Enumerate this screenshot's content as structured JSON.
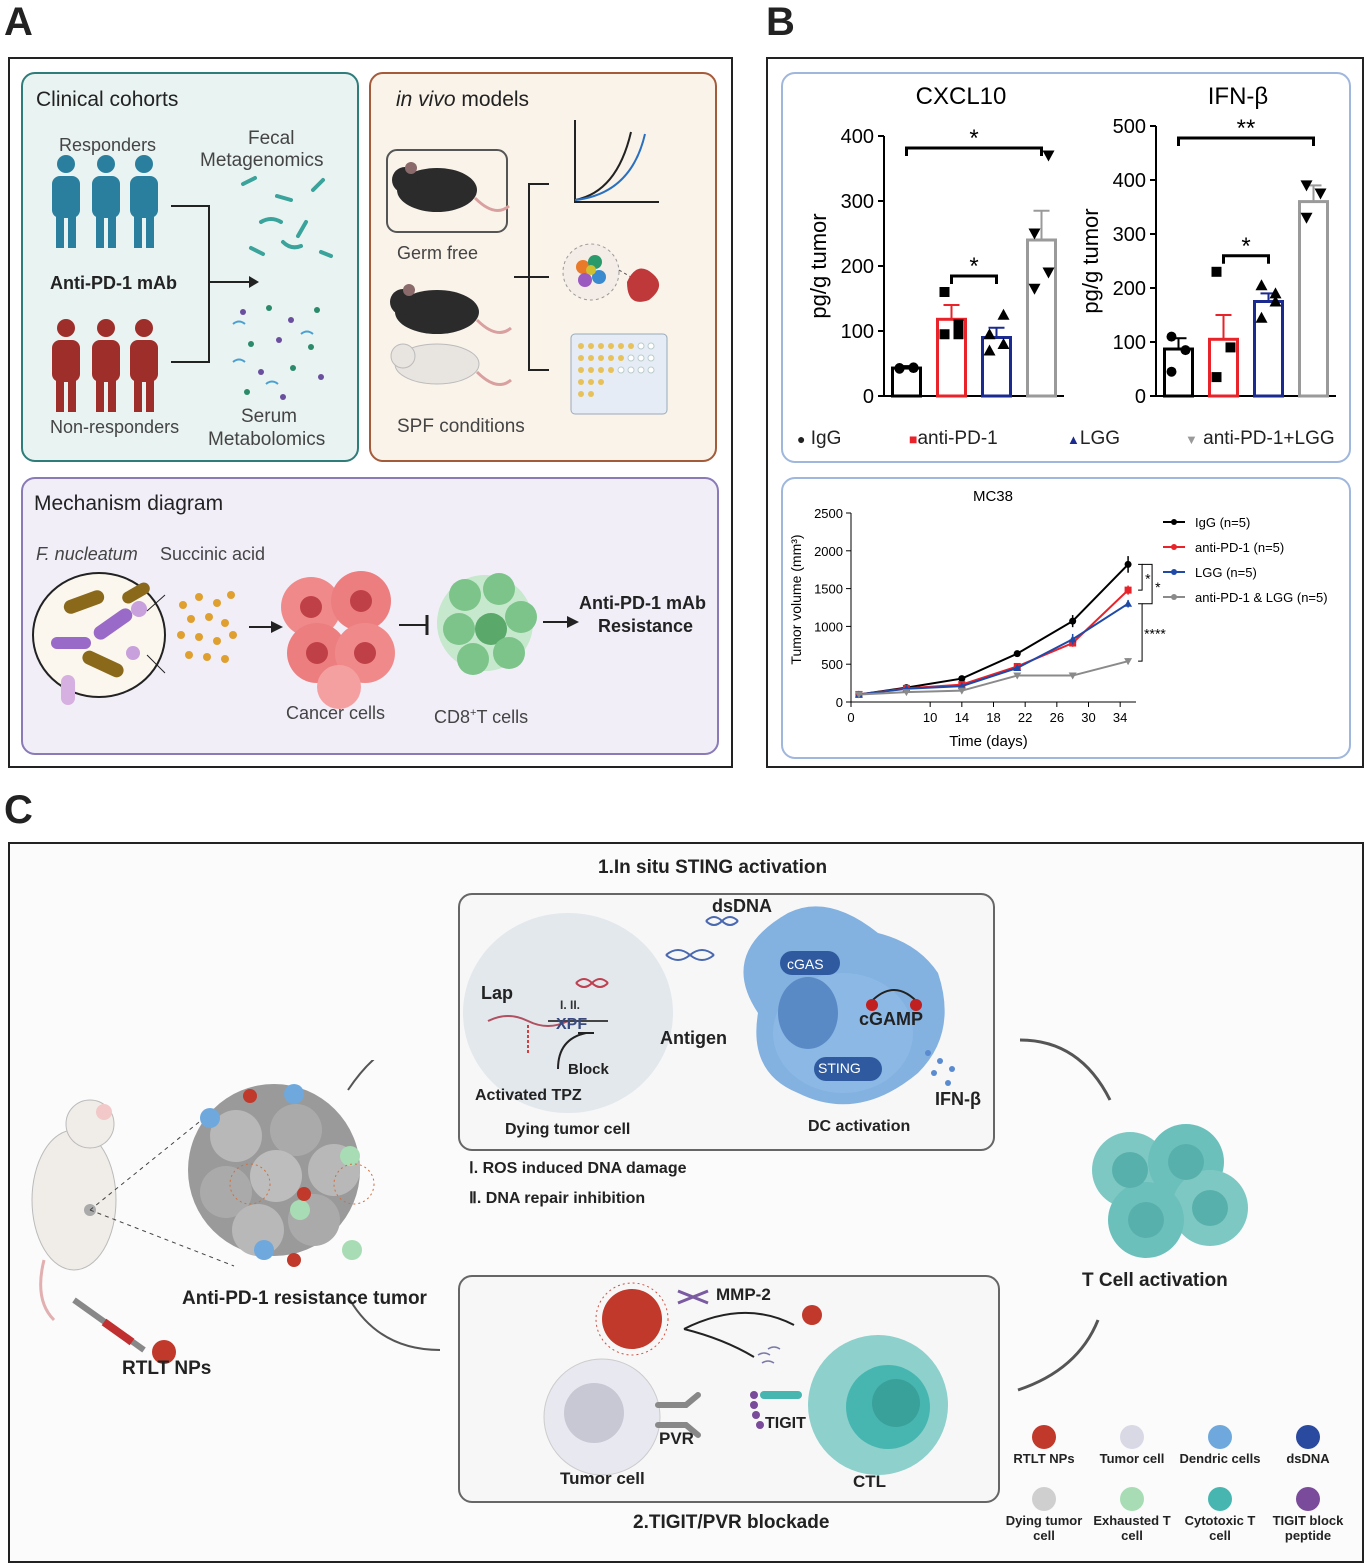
{
  "panels": {
    "a": "A",
    "b": "B",
    "c": "C"
  },
  "panel_a": {
    "clinical": {
      "title": "Clinical cohorts",
      "responders": "Responders",
      "treatment": "Anti-PD-1 mAb",
      "non_responders": "Non-responders",
      "fecal_line1": "Fecal",
      "fecal_line2": "Metagenomics",
      "serum_line1": "Serum",
      "serum_line2": "Metabolomics"
    },
    "invivo": {
      "title_italic": "in vivo",
      "title_rest": " models",
      "germ_free": "Germ free",
      "spf": "SPF conditions"
    },
    "mechanism": {
      "title": "Mechanism diagram",
      "species": "F. nucleatum",
      "metabolite": "Succinic acid",
      "cancer": "Cancer cells",
      "cd8_prefix": "CD8",
      "cd8_sup": "+",
      "cd8_suffix": "T cells",
      "resistance_line1": "Anti-PD-1 mAb",
      "resistance_line2": "Resistance"
    }
  },
  "panel_b": {
    "legend": [
      "IgG",
      "anti-PD-1",
      "LGG",
      "anti-PD-1+LGG"
    ],
    "line_legend": [
      "IgG (n=5)",
      "anti-PD-1 (n=5)",
      "LGG (n=5)",
      "anti-PD-1 & LGG (n=5)"
    ],
    "line_sig": [
      "*",
      "*",
      "****"
    ]
  },
  "chart_data": [
    {
      "type": "bar",
      "title": "CXCL10",
      "ylabel": "pg/g tumor",
      "ylim": [
        0,
        400
      ],
      "yticks": [
        "0",
        "100",
        "200",
        "300",
        "400"
      ],
      "categories": [
        "IgG",
        "anti-PD-1",
        "LGG",
        "anti-PD-1+LGG"
      ],
      "values": [
        43,
        118,
        90,
        240
      ],
      "errors": [
        3,
        22,
        15,
        45
      ],
      "points": [
        [
          43,
          44,
          42,
          43
        ],
        [
          95,
          110,
          160,
          95
        ],
        [
          70,
          80,
          95,
          125
        ],
        [
          165,
          190,
          250,
          370
        ]
      ],
      "significance": [
        {
          "from": 1,
          "to": 2,
          "label": "*"
        },
        {
          "from": 0,
          "to": 3,
          "label": "*"
        }
      ],
      "colors": [
        "#000000",
        "#e8232a",
        "#1b2a8f",
        "#9a9a9a"
      ]
    },
    {
      "type": "bar",
      "title": "IFN-β",
      "ylabel": "pg/g tumor",
      "ylim": [
        0,
        500
      ],
      "yticks": [
        "0",
        "100",
        "200",
        "300",
        "400",
        "500"
      ],
      "categories": [
        "IgG",
        "anti-PD-1",
        "LGG",
        "anti-PD-1+LGG"
      ],
      "values": [
        87,
        105,
        175,
        360
      ],
      "errors": [
        20,
        45,
        15,
        30
      ],
      "points": [
        [
          110,
          85,
          45
        ],
        [
          230,
          90,
          35
        ],
        [
          205,
          175,
          145,
          190
        ],
        [
          390,
          375,
          330
        ]
      ],
      "significance": [
        {
          "from": 1,
          "to": 2,
          "label": "*"
        },
        {
          "from": 0,
          "to": 3,
          "label": "**"
        }
      ],
      "colors": [
        "#000000",
        "#e8232a",
        "#1b2a8f",
        "#9a9a9a"
      ]
    },
    {
      "type": "line",
      "title": "MC38",
      "xlabel": "Time (days)",
      "ylabel": "Tumor volume (mm³)",
      "xlim": [
        0,
        36
      ],
      "ylim": [
        0,
        2500
      ],
      "xticks": [
        0,
        10,
        14,
        18,
        22,
        26,
        30,
        34
      ],
      "yticks": [
        0,
        500,
        1000,
        1500,
        2000,
        2500
      ],
      "x": [
        1,
        7,
        14,
        21,
        28,
        35
      ],
      "series": [
        {
          "name": "IgG (n=5)",
          "color": "#000000",
          "values": [
            100,
            190,
            310,
            640,
            1070,
            1820
          ],
          "err": [
            10,
            20,
            30,
            40,
            80,
            110
          ]
        },
        {
          "name": "anti-PD-1 (n=5)",
          "color": "#e8232a",
          "values": [
            100,
            180,
            230,
            470,
            780,
            1480
          ],
          "err": [
            10,
            15,
            25,
            30,
            50,
            60
          ]
        },
        {
          "name": "LGG (n=5)",
          "color": "#1f4aa8",
          "values": [
            100,
            175,
            210,
            450,
            830,
            1300
          ],
          "err": [
            10,
            15,
            25,
            30,
            70,
            50
          ]
        },
        {
          "name": "anti-PD-1 & LGG (n=5)",
          "color": "#8a8a8a",
          "values": [
            100,
            130,
            150,
            350,
            350,
            540
          ],
          "err": [
            10,
            15,
            20,
            25,
            30,
            40
          ]
        }
      ]
    }
  ],
  "panel_c": {
    "sting_title": "1.In situ STING activation",
    "dsdna": "dsDNA",
    "lap": "Lap",
    "xpf": "XPF",
    "roman": "I. II.",
    "block": "Block",
    "antigen": "Antigen",
    "activated_tpz": "Activated TPZ",
    "dying_tumor": "Dying tumor cell",
    "cgas": "cGAS",
    "cgamp": "cGAMP",
    "sting": "STING",
    "ifn": "IFN-β",
    "dc_activation": "DC activation",
    "note1": "Ⅰ. ROS induced DNA damage",
    "note2": "Ⅱ. DNA repair inhibition",
    "resistance_tumor": "Anti-PD-1 resistance tumor",
    "rtlt": "RTLT NPs",
    "mmp2": "MMP-2",
    "tigit": "TIGIT",
    "pvr": "PVR",
    "tumor_cell": "Tumor cell",
    "ctl": "CTL",
    "tigit_title": "2.TIGIT/PVR blockade",
    "t_activation": "T Cell activation",
    "legend": [
      {
        "label": "RTLT NPs",
        "color": "#c0392b"
      },
      {
        "label": "Tumor cell",
        "color": "#d9d9e6"
      },
      {
        "label": "Dendric cells",
        "color": "#6fa8dc"
      },
      {
        "label": "dsDNA",
        "color": "#2a4aa0"
      },
      {
        "label": "Dying tumor cell",
        "color": "#cfcfcf"
      },
      {
        "label": "Exhausted T cell",
        "color": "#a8dcb4"
      },
      {
        "label": "Cytotoxic T cell",
        "color": "#48b6b0"
      },
      {
        "label": "TIGIT block peptide",
        "color": "#7a4b9a"
      }
    ]
  }
}
